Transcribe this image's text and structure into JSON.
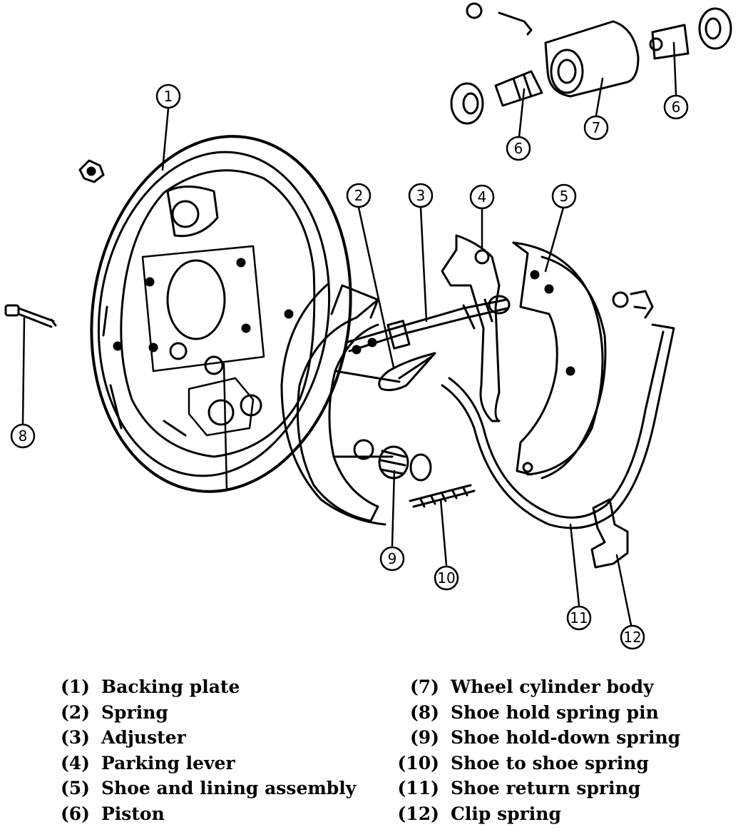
{
  "callouts": [
    {
      "id": "1",
      "label": "1"
    },
    {
      "id": "2",
      "label": "2"
    },
    {
      "id": "3",
      "label": "3"
    },
    {
      "id": "4",
      "label": "4"
    },
    {
      "id": "5",
      "label": "5"
    },
    {
      "id": "6a",
      "label": "6"
    },
    {
      "id": "6b",
      "label": "6"
    },
    {
      "id": "7",
      "label": "7"
    },
    {
      "id": "8",
      "label": "8"
    },
    {
      "id": "9",
      "label": "9"
    },
    {
      "id": "10",
      "label": "10"
    },
    {
      "id": "11",
      "label": "11"
    },
    {
      "id": "12",
      "label": "12"
    }
  ],
  "legend": {
    "left": [
      {
        "num": "(1)",
        "text": "Backing plate"
      },
      {
        "num": "(2)",
        "text": "Spring"
      },
      {
        "num": "(3)",
        "text": "Adjuster"
      },
      {
        "num": "(4)",
        "text": "Parking lever"
      },
      {
        "num": "(5)",
        "text": "Shoe and lining assembly"
      },
      {
        "num": "(6)",
        "text": "Piston"
      }
    ],
    "right": [
      {
        "num": "(7)",
        "text": "Wheel cylinder body"
      },
      {
        "num": "(8)",
        "text": "Shoe hold spring pin"
      },
      {
        "num": "(9)",
        "text": "Shoe hold-down spring"
      },
      {
        "num": "(10)",
        "text": "Shoe to shoe spring"
      },
      {
        "num": "(11)",
        "text": "Shoe return spring"
      },
      {
        "num": "(12)",
        "text": "Clip spring"
      }
    ]
  }
}
